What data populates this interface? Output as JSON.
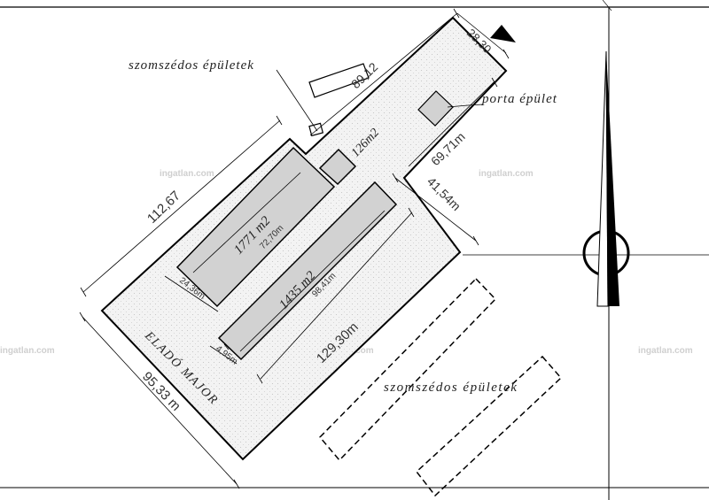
{
  "labels": {
    "neighbor_top": "szomszédos épületek",
    "neighbor_bottom": "szomszédos épületek",
    "gatehouse": "porta épület",
    "farm": "ELADÓ MAJOR",
    "area_barn1": "1771 m2",
    "area_barn2": "1435 m2",
    "area_small": "126m2"
  },
  "dimensions": {
    "d_112": "112,67",
    "d_89": "89,12",
    "d_28": "28,30",
    "d_69": "69,71m",
    "d_41": "41,54m",
    "d_72": "72,70m",
    "d_24": "24,36m",
    "d_98": "98,41m",
    "d_4": "4,95m",
    "d_129": "129,30m",
    "d_95": "95,33 m"
  },
  "watermark": "ingatlan.com",
  "colors": {
    "plot_fill": "#f3f3f3",
    "building_fill": "#d2d2d2",
    "line": "#000000"
  }
}
